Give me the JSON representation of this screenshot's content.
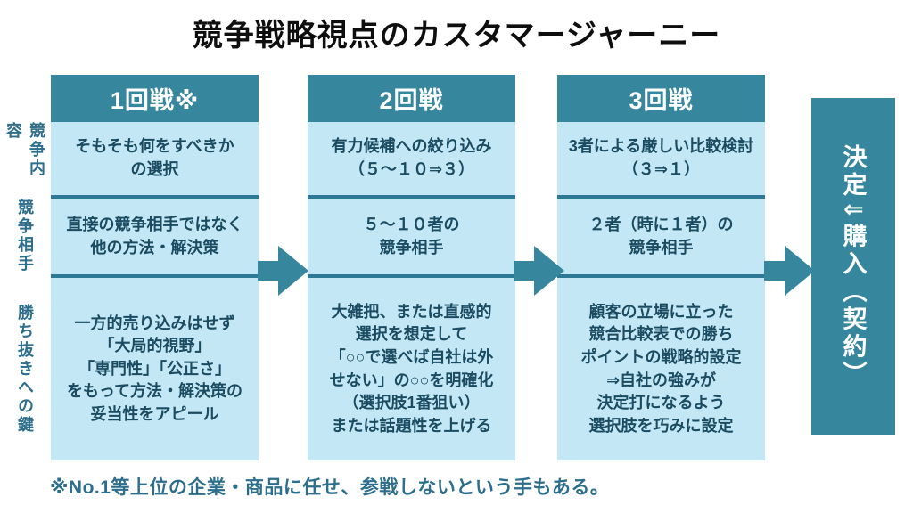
{
  "title": "競争戦略視点のカスタマージャーニー",
  "colors": {
    "teal": "#36879e",
    "light_blue": "#c3e7f4",
    "cell_text": "#1a4b61",
    "label_text": "#2c6e8c",
    "divider": "#2d7894",
    "header_text": "#ffffff",
    "title_text": "#0e0e0e"
  },
  "row_labels": [
    "競争内容",
    "競争相手",
    "勝ち抜きへの鍵"
  ],
  "columns": [
    {
      "header": "1回戦※",
      "cells": [
        "そもそも何をすべきか\nの選択",
        "直接の競争相手ではなく\n他の方法・解決策",
        "一方的売り込みはせず\n「大局的視野」\n「専門性」「公正さ」\nをもって方法・解決策の\n妥当性をアピール"
      ]
    },
    {
      "header": "2回戦",
      "cells": [
        "有力候補への絞り込み\n（５～１０⇒３）",
        "５～１０者の\n競争相手",
        "大雑把、または直感的\n選択を想定して\n「○○で選べば自社は外\nせない」の○○を明確化\n（選択肢1番狙い）\nまたは話題性を上げる"
      ]
    },
    {
      "header": "3回戦",
      "cells": [
        "3者による厳しい比較検討\n（３⇒１）",
        "２者（時に１者）の\n競争相手",
        "顧客の立場に立った\n競合比較表での勝ち\nポイントの戦略的設定\n⇒自社の強みが\n決定打になるよう\n選択肢を巧みに設定"
      ]
    }
  ],
  "result_box": "決定⇓購入（契約）",
  "footnote": "※No.1等上位の企業・商品に任せ、参戦しないという手もある。"
}
